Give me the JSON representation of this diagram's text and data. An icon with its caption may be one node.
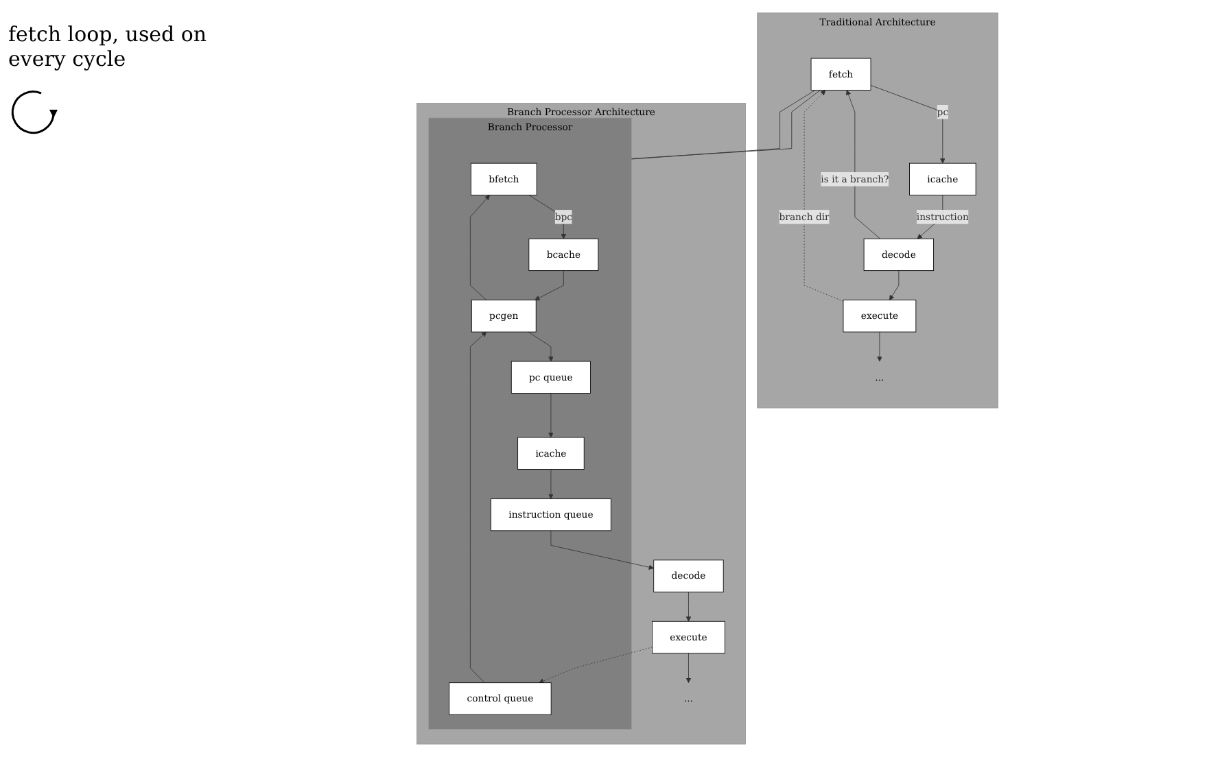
{
  "diagram": {
    "nodes": [
      {
        "text": [
          "Traditional Architecture"
        ]
      },
      {
        "text": [
          "fetch"
        ],
        "in": 0
      },
      {
        "text": [
          "icache"
        ],
        "in": 0
      },
      {
        "text": [
          "decode"
        ],
        "in": 0
      },
      {
        "text": [
          "execute"
        ],
        "in": 0
      },
      {
        "text": [
          "..."
        ],
        "in": 0
      },
      {
        "text": [
          "Branch Processor Architecture"
        ]
      },
      {
        "text": [
          "Branch Processor"
        ],
        "in": 6
      },
      {
        "text": [
          "bfetch"
        ],
        "in": 7
      },
      {
        "text": [
          "bcache"
        ],
        "in": 7
      },
      {
        "text": [
          "pcgen"
        ],
        "in": 7
      },
      {
        "text": [
          "pc queue"
        ],
        "in": 7
      },
      {
        "text": [
          "icache"
        ],
        "in": 7
      },
      {
        "text": [
          "instruction queue"
        ],
        "in": 7
      },
      {
        "text": [
          "control queue"
        ],
        "in": 7
      },
      {
        "text": [
          "decode"
        ],
        "in": 6
      },
      {
        "text": [
          "execute"
        ],
        "in": 6
      },
      {
        "text": [
          "..."
        ],
        "in": 6
      }
    ],
    "edges": [
      {
        "from": 1,
        "to": 2,
        "arrow": "to",
        "label": "pc"
      },
      {
        "from": 2,
        "to": 3,
        "arrow": "to",
        "label": "instruction"
      },
      {
        "from": 3,
        "to": 1,
        "arrow": "to",
        "label": "is it a branch?"
      },
      {
        "from": 3,
        "to": 4,
        "arrow": "to"
      },
      {
        "from": 4,
        "to": 5,
        "arrow": "to"
      },
      {
        "from": 4,
        "to": 1,
        "arrow": "to",
        "label": "branch dir",
        "style": "dashed"
      },
      {
        "from": 1,
        "to": 7,
        "arrow": "none"
      },
      {
        "from": 1,
        "to": 7,
        "arrow": "none"
      },
      {
        "from": 8,
        "to": 9,
        "arrow": "to",
        "label": "bpc"
      },
      {
        "from": 9,
        "to": 10,
        "arrow": "to"
      },
      {
        "from": 10,
        "to": 8,
        "arrow": "to"
      },
      {
        "from": 10,
        "to": 11,
        "arrow": "to"
      },
      {
        "from": 11,
        "to": 12,
        "arrow": "to"
      },
      {
        "from": 12,
        "to": 13,
        "arrow": "to"
      },
      {
        "from": 13,
        "to": 15,
        "arrow": "to"
      },
      {
        "from": 14,
        "to": 10,
        "arrow": "to"
      },
      {
        "from": 15,
        "to": 16,
        "arrow": "to"
      },
      {
        "from": 16,
        "to": 14,
        "arrow": "to",
        "style": "dashed"
      },
      {
        "from": 16,
        "to": 17,
        "arrow": "to"
      }
    ],
    "labels": [
      "fetch loop, used on every cycle"
    ]
  }
}
